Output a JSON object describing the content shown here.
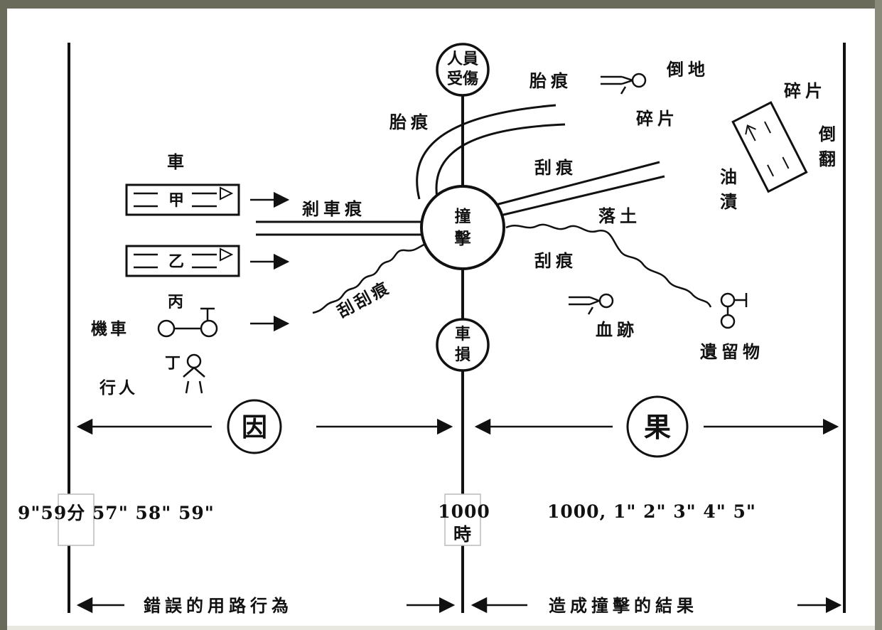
{
  "frame_color": "#6b6b5c",
  "ink_color": "#111111",
  "circles": {
    "injury": [
      "人員",
      "受傷"
    ],
    "impact": [
      "撞",
      "擊"
    ],
    "damage": [
      "車",
      "損"
    ],
    "cause": "因",
    "effect": "果"
  },
  "left_side": {
    "car_heading": "車",
    "car_a": "甲",
    "car_b": "乙",
    "motorcycle_tag": "丙",
    "motorcycle_label": "機車",
    "pedestrian_tag": "丁",
    "pedestrian_label": "行人",
    "brake_marks": "剎車痕",
    "scrape_marks": "刮刮痕"
  },
  "right_side": {
    "tire_marks_top": "胎痕",
    "tire_marks_left": "胎痕",
    "fallen_label": "倒地",
    "debris_mid": "碎片",
    "debris_right": "碎片",
    "overturned": [
      "倒",
      "翻"
    ],
    "oil_stain": [
      "油",
      "漬"
    ],
    "scratch_upper": "刮痕",
    "scratch_lower": "刮痕",
    "dirt_fallen": "落土",
    "blood": "血跡",
    "leftover": "遺留物"
  },
  "timeline": {
    "left_times": "9\"59分 57\" 58\" 59\"",
    "center_time": "1000",
    "center_unit": "時",
    "right_times": "1000, 1\" 2\" 3\" 4\" 5\""
  },
  "bottom": {
    "left_caption": "錯誤的用路行為",
    "right_caption": "造成撞擊的結果"
  }
}
